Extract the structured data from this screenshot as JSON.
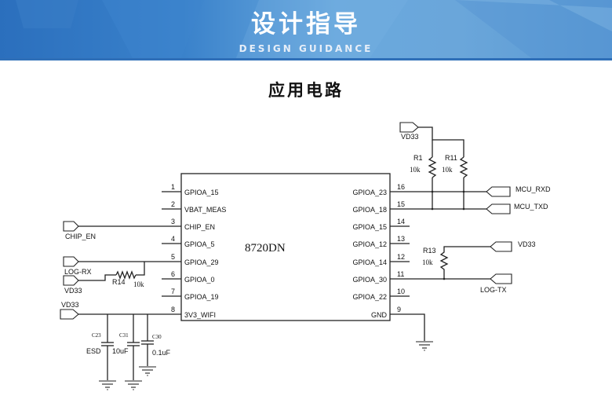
{
  "banner": {
    "title": "设计指导",
    "subtitle": "DESIGN GUIDANCE",
    "colors": {
      "primary": "#2b6fbd",
      "light": "#6aa9de"
    }
  },
  "section": {
    "title": "应用电路"
  },
  "chip": {
    "name": "8720DN",
    "left_pins": [
      {
        "num": "1",
        "name": "GPIOA_15"
      },
      {
        "num": "2",
        "name": "VBAT_MEAS"
      },
      {
        "num": "3",
        "name": "CHIP_EN"
      },
      {
        "num": "4",
        "name": "GPIOA_5"
      },
      {
        "num": "5",
        "name": "GPIOA_29"
      },
      {
        "num": "6",
        "name": "GPIOA_0"
      },
      {
        "num": "7",
        "name": "GPIOA_19"
      },
      {
        "num": "8",
        "name": "3V3_WIFI"
      }
    ],
    "right_pins": [
      {
        "num": "16",
        "name": "GPIOA_23"
      },
      {
        "num": "15",
        "name": "GPIOA_18"
      },
      {
        "num": "14",
        "name": "GPIOA_15"
      },
      {
        "num": "13",
        "name": "GPIOA_12"
      },
      {
        "num": "12",
        "name": "GPIOA_14"
      },
      {
        "num": "11",
        "name": "GPIOA_30"
      },
      {
        "num": "10",
        "name": "GPIOA_22"
      },
      {
        "num": "9",
        "name": "GND"
      }
    ]
  },
  "ports": {
    "chip_en": "CHIP_EN",
    "log_rx": "LOG-RX",
    "vd33_r14": "VD33",
    "vd33_supply": "VD33",
    "vd33_top": "VD33",
    "mcu_rxd": "MCU_RXD",
    "mcu_txd": "MCU_TXD",
    "vd33_r13": "VD33",
    "log_tx": "LOG-TX"
  },
  "components": {
    "r1": {
      "ref": "R1",
      "value": "10k"
    },
    "r11": {
      "ref": "R11",
      "value": "10k"
    },
    "r13": {
      "ref": "R13",
      "value": "10k"
    },
    "r14": {
      "ref": "R14",
      "value": "10k"
    },
    "c23": {
      "ref": "C23",
      "value": "ESD"
    },
    "c31": {
      "ref": "C31",
      "value": "10uF"
    },
    "c30": {
      "ref": "C30",
      "value": "0.1uF"
    }
  }
}
